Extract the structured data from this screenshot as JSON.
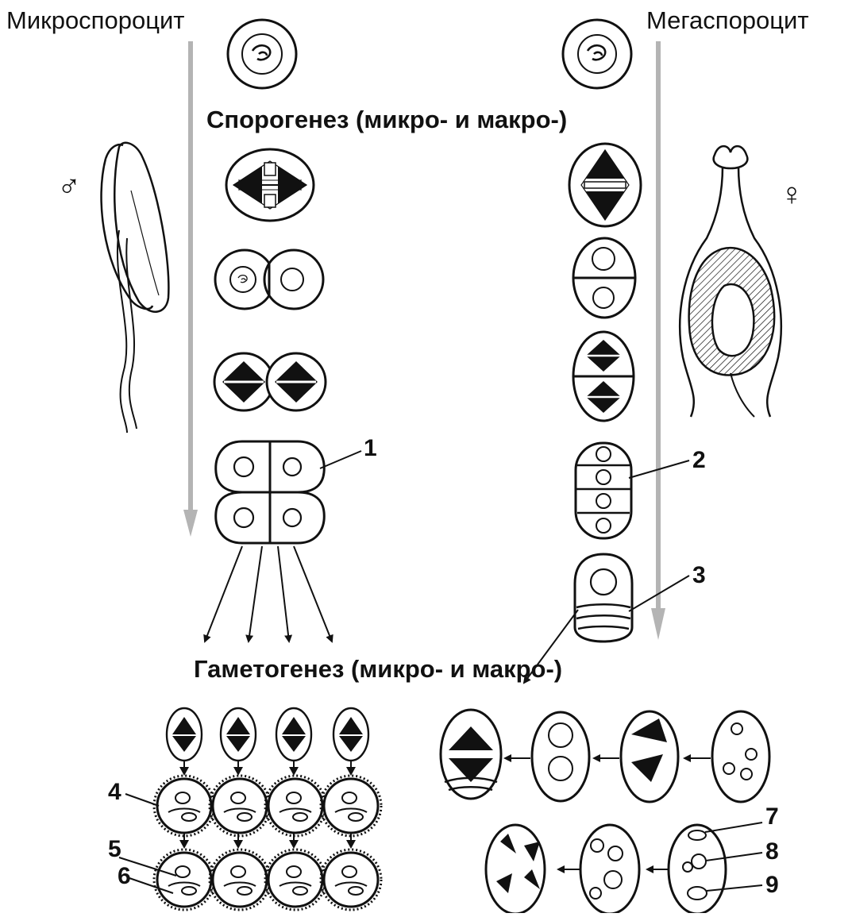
{
  "labels": {
    "microsporocyte": "Микроспороцит",
    "megasporocyte": "Мегаспороцит",
    "sporogenesis": "Спорогенез (микро- и макро-)",
    "gametogenesis": "Гаметогенез (микро- и макро-)",
    "male_symbol": "♂",
    "female_symbol": "♀"
  },
  "numbers": [
    "1",
    "2",
    "3",
    "4",
    "5",
    "6",
    "7",
    "8",
    "9"
  ],
  "colors": {
    "ink": "#111111",
    "arrow_gray": "#b4b4b4",
    "background": "#ffffff"
  }
}
